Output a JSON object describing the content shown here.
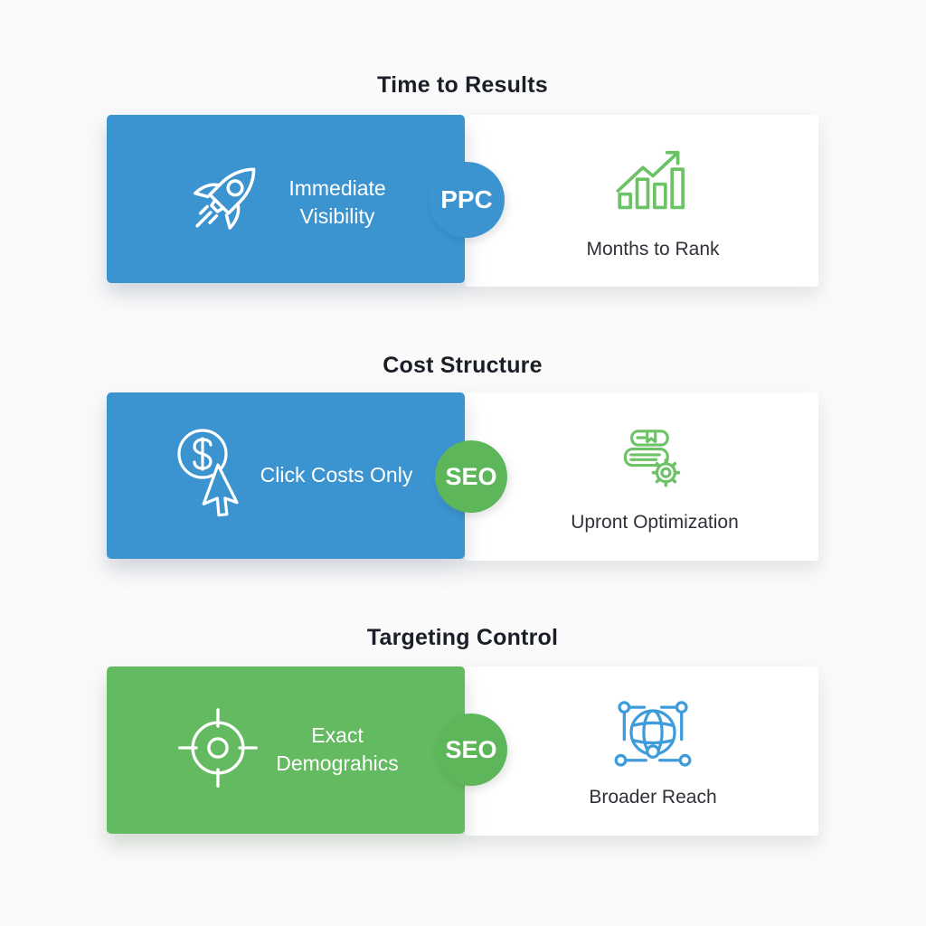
{
  "infographic": {
    "rows": [
      {
        "title": "Time to Results",
        "left": {
          "label": "Immediate Visibility",
          "icon": "rocket-icon"
        },
        "badge": "PPC",
        "right": {
          "label": "Months to Rank",
          "icon": "growth-chart-icon"
        }
      },
      {
        "title": "Cost Structure",
        "left": {
          "label": "Click Costs Only",
          "icon": "cost-per-click-icon"
        },
        "badge": "SEO",
        "right": {
          "label": "Upront Optimization",
          "icon": "books-gear-icon"
        }
      },
      {
        "title": "Targeting Control",
        "left": {
          "label": "Exact Demograhics",
          "icon": "target-icon"
        },
        "badge": "SEO",
        "right": {
          "label": "Broader Reach",
          "icon": "globe-network-icon"
        }
      }
    ],
    "colors": {
      "blue_panel": "#3B93CF",
      "green_panel": "#64BA60",
      "badge_green": "#5EB65B",
      "icon_green": "#6CC366",
      "icon_blue": "#3E9CDA",
      "title_text": "#1a1e26",
      "card_text": "#2e3238",
      "card_bg": "#ffffff",
      "background": "#fafafa"
    }
  }
}
